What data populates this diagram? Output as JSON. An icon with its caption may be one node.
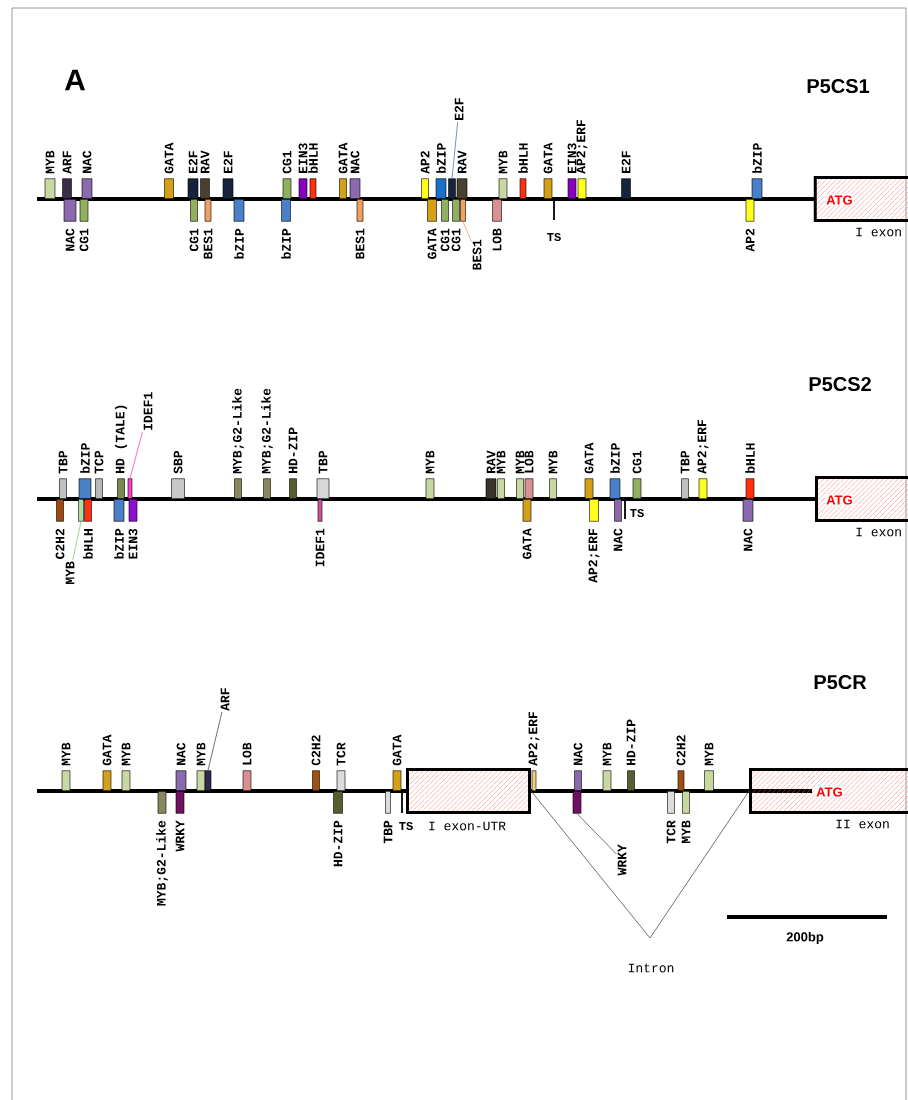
{
  "diagram": {
    "nodes": [
      {
        "text": [
          "MYB"
        ]
      },
      {
        "text": [
          "ARF"
        ]
      },
      {
        "text": [
          "NAC"
        ]
      },
      {
        "text": [
          "NAC"
        ]
      },
      {
        "text": [
          "CG1"
        ]
      },
      {
        "text": [
          "GATA"
        ]
      },
      {
        "text": [
          "E2F"
        ]
      },
      {
        "text": [
          "RAV"
        ]
      },
      {
        "text": [
          "CG1"
        ]
      },
      {
        "text": [
          "BES1"
        ]
      },
      {
        "text": [
          "E2F"
        ]
      },
      {
        "text": [
          "bZIP"
        ]
      },
      {
        "text": [
          "bZIP"
        ]
      },
      {
        "text": [
          "CG1"
        ]
      },
      {
        "text": [
          "EIN3"
        ]
      },
      {
        "text": [
          "bHLH"
        ]
      },
      {
        "text": [
          "GATA"
        ]
      },
      {
        "text": [
          "NAC"
        ]
      },
      {
        "text": [
          "BES1"
        ]
      },
      {
        "text": [
          "AP2"
        ]
      },
      {
        "text": [
          "bZIP"
        ]
      },
      {
        "text": [],
        "shape": "box"
      },
      {
        "text": [
          "RAV"
        ]
      },
      {
        "text": [
          "E2F"
        ]
      },
      {
        "text": [
          "GATA"
        ]
      },
      {
        "text": [
          "CG1"
        ]
      },
      {
        "text": [
          "CG1"
        ]
      },
      {
        "text": [],
        "shape": "box"
      },
      {
        "text": [
          "BES1"
        ]
      },
      {
        "text": [
          "LOB"
        ]
      },
      {
        "text": [
          "MYB"
        ]
      },
      {
        "text": [
          "bHLH"
        ]
      },
      {
        "text": [
          "GATA"
        ]
      },
      {
        "text": [
          "EIN3"
        ]
      },
      {
        "text": [
          "AP2;ERF"
        ]
      },
      {
        "text": [
          "E2F"
        ]
      },
      {
        "text": [
          "AP2"
        ]
      },
      {
        "text": [
          "bZIP"
        ]
      },
      {
        "text": [
          "ATG",
          "I exon"
        ]
      },
      {
        "text": [
          "TBP"
        ]
      },
      {
        "text": [
          "C2H2"
        ]
      },
      {
        "text": [
          "bZIP"
        ]
      },
      {
        "text": [],
        "shape": "box"
      },
      {
        "text": [
          "MYB"
        ]
      },
      {
        "text": [
          "bHLH"
        ]
      },
      {
        "text": [
          "TCP"
        ]
      },
      {
        "text": [
          "HD (TALE)"
        ]
      },
      {
        "text": [],
        "shape": "box"
      },
      {
        "text": [
          "IDEF1"
        ]
      },
      {
        "text": [
          "bZIP"
        ]
      },
      {
        "text": [
          "EIN3"
        ]
      },
      {
        "text": [
          "SBP"
        ]
      },
      {
        "text": [
          "MYB;G2-Like"
        ]
      },
      {
        "text": [
          "MYB;G2-Like"
        ]
      },
      {
        "text": [
          "HD-ZIP"
        ]
      },
      {
        "text": [
          "TBP"
        ]
      },
      {
        "text": [
          "IDEF1"
        ]
      },
      {
        "text": [
          "MYB"
        ]
      },
      {
        "text": [
          "RAV"
        ]
      },
      {
        "text": [
          "MYB"
        ]
      },
      {
        "text": [
          "MYB"
        ]
      },
      {
        "text": [
          "LOB"
        ]
      },
      {
        "text": [
          "GATA"
        ]
      },
      {
        "text": [
          "MYB"
        ]
      },
      {
        "text": [
          "GATA"
        ]
      },
      {
        "text": [
          "AP2;ERF"
        ]
      },
      {
        "text": [
          "bZIP"
        ]
      },
      {
        "text": [
          "NAC"
        ]
      },
      {
        "text": [
          "CG1"
        ]
      },
      {
        "text": [
          "TBP"
        ]
      },
      {
        "text": [
          "AP2;ERF"
        ]
      },
      {
        "text": [
          "bHLH"
        ]
      },
      {
        "text": [
          "NAC"
        ]
      },
      {
        "text": [
          "ATG",
          "I exon"
        ]
      },
      {
        "text": [
          "MYB"
        ]
      },
      {
        "text": [
          "GATA"
        ]
      },
      {
        "text": [
          "MYB"
        ]
      },
      {
        "text": [
          "MYB;G2-Like"
        ]
      },
      {
        "text": [
          "NAC"
        ]
      },
      {
        "text": [
          "WRKY"
        ]
      },
      {
        "text": [
          "MYB"
        ]
      },
      {
        "text": [],
        "shape": "box"
      },
      {
        "text": [
          "ARF"
        ]
      },
      {
        "text": [
          "LOB"
        ]
      },
      {
        "text": [
          "C2H2"
        ]
      },
      {
        "text": [
          "TCR"
        ]
      },
      {
        "text": [
          "HD-ZIP"
        ]
      },
      {
        "text": [
          "TBP"
        ]
      },
      {
        "text": [
          "GATA"
        ]
      },
      {
        "text": [
          "I exon-UTR"
        ]
      },
      {
        "text": [
          "AP2;ERF"
        ]
      },
      {
        "text": [
          "NAC"
        ]
      },
      {
        "text": [],
        "shape": "box"
      },
      {
        "text": [
          "WRKY"
        ]
      },
      {
        "text": [
          "MYB"
        ]
      },
      {
        "text": [
          "HD-ZIP"
        ]
      },
      {
        "text": [
          "TCR"
        ]
      },
      {
        "text": [
          "C2H2"
        ]
      },
      {
        "text": [
          "MYB"
        ]
      },
      {
        "text": [
          "MYB"
        ]
      },
      {
        "text": [
          "ATG",
          "II exon"
        ]
      }
    ],
    "edges": [
      {
        "from": 23,
        "to": 21,
        "arrow": "none",
        "color": "#5a7aa0"
      },
      {
        "from": 28,
        "to": 27,
        "arrow": "none",
        "color": "#f0a060"
      },
      {
        "from": 43,
        "to": 42,
        "arrow": "none",
        "color": "#90c080"
      },
      {
        "from": 48,
        "to": 47,
        "arrow": "none",
        "color": "#ff40c0"
      },
      {
        "from": 82,
        "to": 81,
        "arrow": "none"
      },
      {
        "from": 93,
        "to": 92,
        "arrow": "none"
      },
      {
        "from": 89,
        "to": 100,
        "arrow": "none"
      }
    ],
    "labels": [
      "A",
      "P5CS1",
      "TS",
      "P5CS2",
      "TS",
      "P5CR",
      "TS",
      "200bp",
      "Intron"
    ]
  }
}
